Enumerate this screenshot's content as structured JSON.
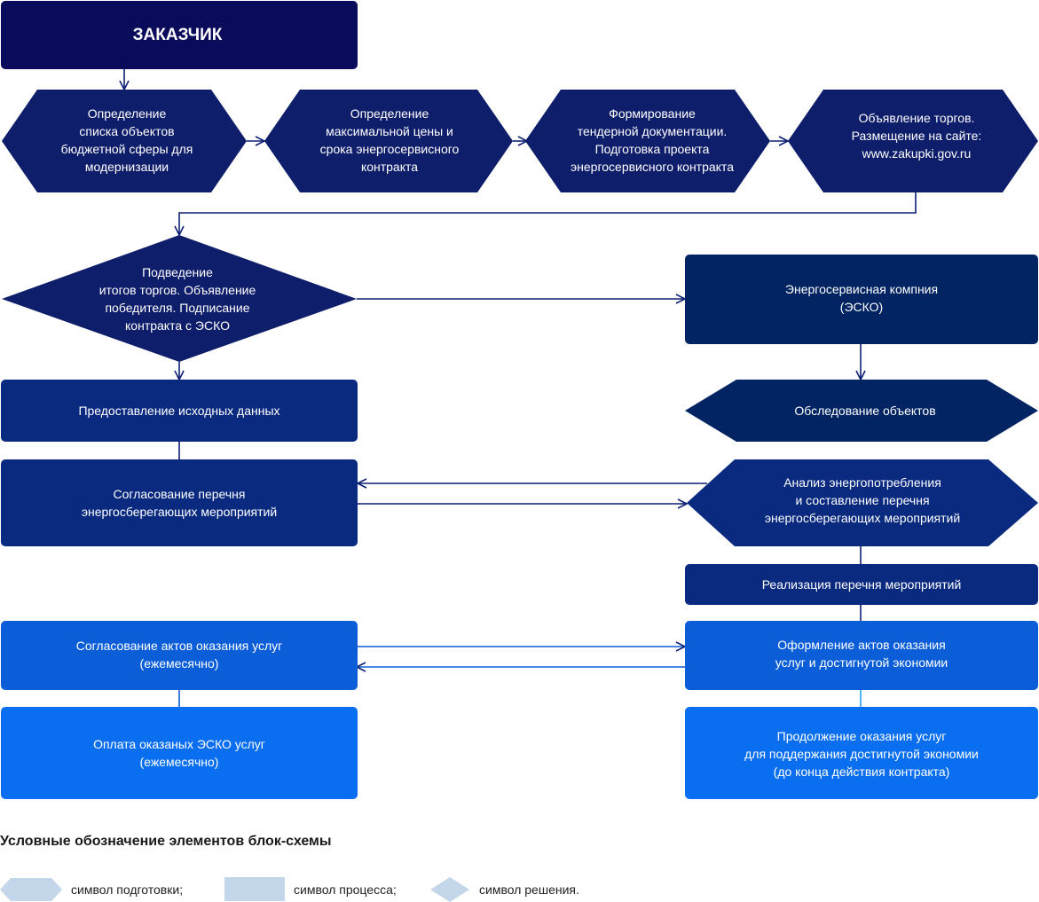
{
  "colors": {
    "darkest": "#0b0b5c",
    "dark": "#0f1e6b",
    "navy": "#022463",
    "mid": "#0a2a80",
    "blue": "#0b5ed8",
    "bright": "#0a6ef0",
    "legend": "#c3d6ea",
    "connector": "#0d1f73"
  },
  "nodes": {
    "customer": [
      "ЗАКАЗЧИК"
    ],
    "step1": [
      "Определение",
      "списка объектов",
      "бюджетной сферы для",
      "модернизации"
    ],
    "step2": [
      "Определение",
      "максимальной цены и",
      "срока энергосервисного",
      "контракта"
    ],
    "step3": [
      "Формирование",
      "тендерной документации.",
      "Подготовка проекта",
      "энергосервисного контракта"
    ],
    "step4": [
      "Объявление торгов.",
      "Размещение на сайте:",
      "www.zakupki.gov.ru"
    ],
    "decision": [
      "Подведение",
      "итогов торгов. Объявление",
      "победителя. Подписание",
      "контракта с ЭСКО"
    ],
    "esco": [
      "Энергосервисная компния",
      "(ЭСКО)"
    ],
    "initial_data": [
      "Предоставление исходных данных"
    ],
    "survey": [
      "Обследование объектов"
    ],
    "agree_list": [
      "Согласование перечня",
      "энергосберегающих мероприятий"
    ],
    "analysis": [
      "Анализ энергопотребления",
      "и составление перечня",
      "энергосберегающих мероприятий"
    ],
    "implementation": [
      "Реализация перечня мероприятий"
    ],
    "agree_acts": [
      "Согласование актов оказания услуг",
      "(ежемесячно)"
    ],
    "issue_acts": [
      "Оформление актов оказания",
      "услуг и достигнутой экономии"
    ],
    "payment": [
      "Оплата оказаных ЭСКО услуг",
      "(ежемесячно)"
    ],
    "continue": [
      "Продолжение оказания услуг",
      "для поддержания достигнутой экономии",
      "(до конца действия контракта)"
    ]
  },
  "legend": {
    "title": "Условные обозначение элементов блок-схемы",
    "items": [
      {
        "label": "символ подготовки;",
        "icon": "preparation-symbol-icon"
      },
      {
        "label": "символ процесса;",
        "icon": "process-symbol-icon"
      },
      {
        "label": "символ решения.",
        "icon": "decision-symbol-icon"
      }
    ]
  }
}
